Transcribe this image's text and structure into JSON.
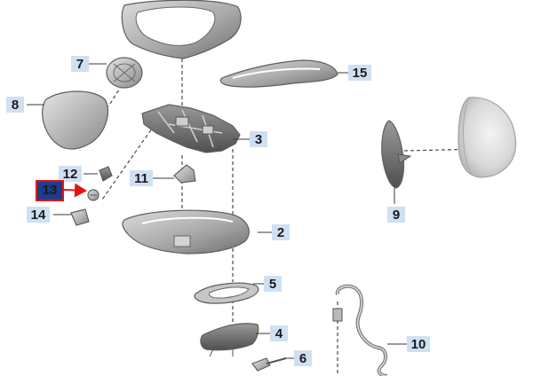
{
  "callouts": {
    "c1": "2",
    "c2": "3",
    "c3": "4",
    "c4": "5",
    "c5": "6",
    "c6": "7",
    "c7": "8",
    "c8": "9",
    "c9": "10",
    "c10": "11",
    "c11": "12",
    "c12": "13",
    "c13": "14",
    "c14": "15"
  },
  "highlight": {
    "color": "#1f3b8c",
    "arrow_color": "#e01515"
  },
  "colors": {
    "label_bg": "#cfe0f2",
    "part_fill": "#bdbdbd",
    "part_dark": "#8c8c8c"
  }
}
